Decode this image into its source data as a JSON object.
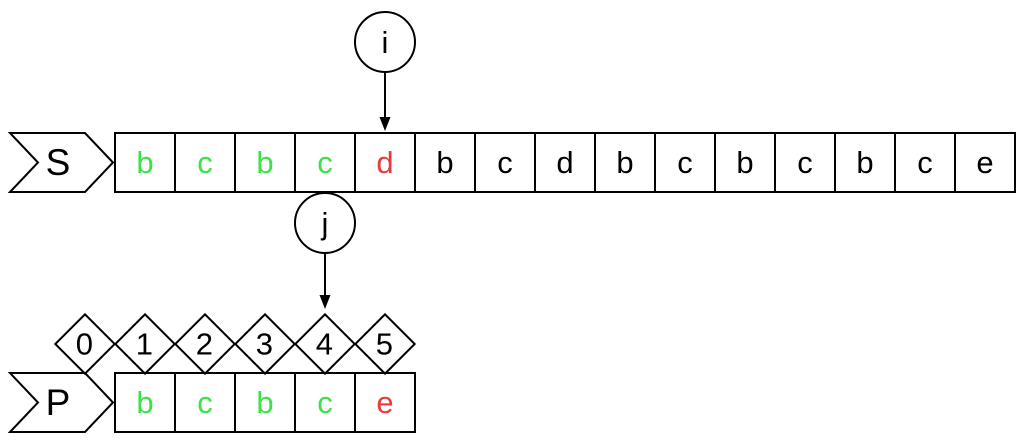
{
  "diagram": {
    "pointer_i": {
      "label": "i"
    },
    "pointer_j": {
      "label": "j"
    },
    "s_row": {
      "label": "S",
      "cells": [
        {
          "char": "b",
          "color": "#3ee04b"
        },
        {
          "char": "c",
          "color": "#3ee04b"
        },
        {
          "char": "b",
          "color": "#3ee04b"
        },
        {
          "char": "c",
          "color": "#3ee04b"
        },
        {
          "char": "d",
          "color": "#ea3b3b"
        },
        {
          "char": "b",
          "color": "#000000"
        },
        {
          "char": "c",
          "color": "#000000"
        },
        {
          "char": "d",
          "color": "#000000"
        },
        {
          "char": "b",
          "color": "#000000"
        },
        {
          "char": "c",
          "color": "#000000"
        },
        {
          "char": "b",
          "color": "#000000"
        },
        {
          "char": "c",
          "color": "#000000"
        },
        {
          "char": "b",
          "color": "#000000"
        },
        {
          "char": "c",
          "color": "#000000"
        },
        {
          "char": "e",
          "color": "#000000"
        }
      ]
    },
    "index_row": {
      "labels": [
        "0",
        "1",
        "2",
        "3",
        "4",
        "5"
      ]
    },
    "p_row": {
      "label": "P",
      "cells": [
        {
          "char": "b",
          "color": "#3ee04b"
        },
        {
          "char": "c",
          "color": "#3ee04b"
        },
        {
          "char": "b",
          "color": "#3ee04b"
        },
        {
          "char": "c",
          "color": "#3ee04b"
        },
        {
          "char": "e",
          "color": "#ea3b3b"
        }
      ]
    },
    "colors": {
      "match": "#3ee04b",
      "mismatch": "#ea3b3b",
      "line": "#000000",
      "background": "#ffffff"
    }
  }
}
